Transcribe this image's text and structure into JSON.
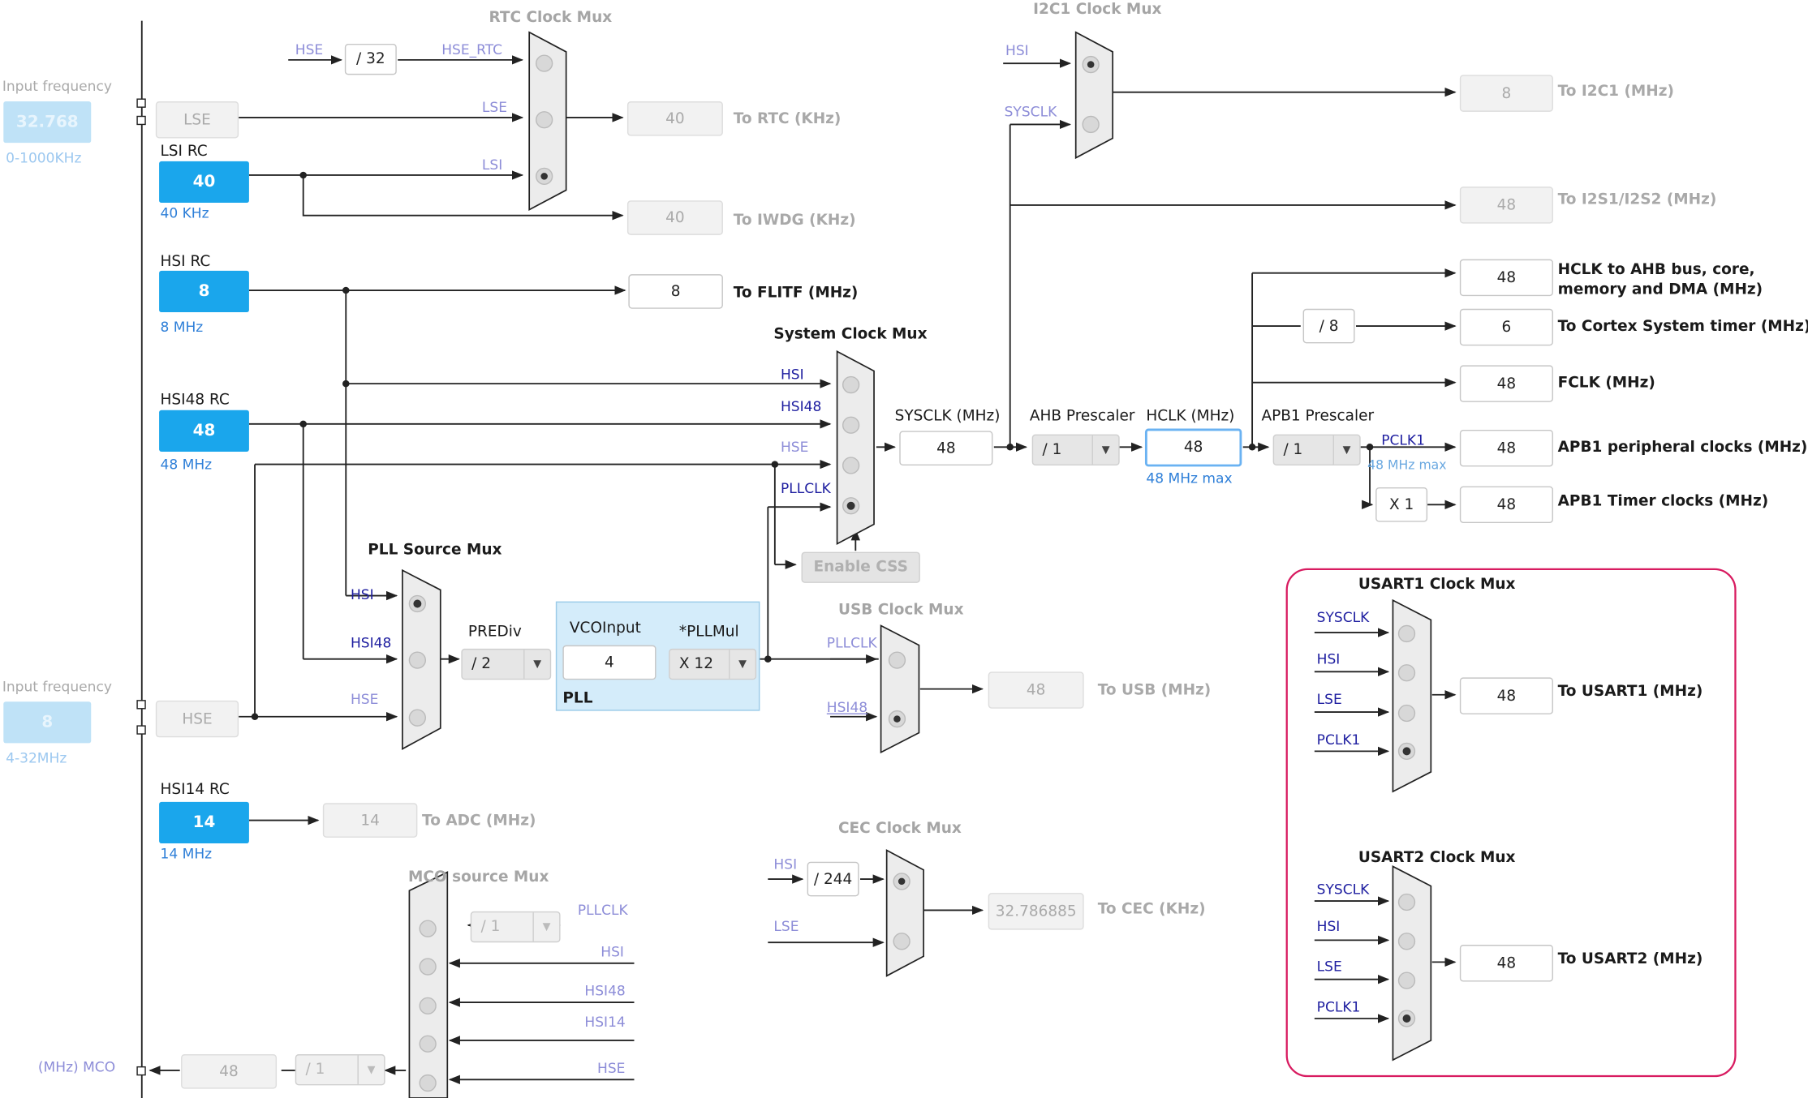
{
  "input_freq_label": "Input frequency",
  "lse_in": {
    "value": "32.768",
    "range": "0-1000KHz"
  },
  "hse_in": {
    "value": "8",
    "range": "4-32MHz"
  },
  "lsi": {
    "title": "LSI RC",
    "value": "40",
    "sub": "40 KHz"
  },
  "hsi": {
    "title": "HSI RC",
    "value": "8",
    "sub": "8 MHz"
  },
  "hsi48": {
    "title": "HSI48 RC",
    "value": "48",
    "sub": "48 MHz"
  },
  "hsi14": {
    "title": "HSI14 RC",
    "value": "14",
    "sub": "14 MHz"
  },
  "lse_box": "LSE",
  "hse_box": "HSE",
  "rtc": {
    "title": "RTC Clock Mux",
    "hse": "HSE",
    "div": "/ 32",
    "hse_rtc": "HSE_RTC",
    "lse": "LSE",
    "lsi": "LSI",
    "rtc_value": "40",
    "rtc_label": "To RTC (KHz)",
    "iwdg_value": "40",
    "iwdg_label": "To IWDG (KHz)"
  },
  "flitf": {
    "value": "8",
    "label": "To FLITF (MHz)"
  },
  "adc": {
    "value": "14",
    "label": "To ADC (MHz)"
  },
  "sysmux": {
    "title": "System Clock Mux",
    "hsi": "HSI",
    "hsi48": "HSI48",
    "hse": "HSE",
    "pllclk": "PLLCLK",
    "enable_css": "Enable CSS"
  },
  "sysclk": {
    "label": "SYSCLK (MHz)",
    "value": "48"
  },
  "ahb": {
    "label": "AHB Prescaler",
    "value": "/ 1"
  },
  "hclk": {
    "label": "HCLK (MHz)",
    "value": "48",
    "max": "48 MHz max"
  },
  "apb1": {
    "label": "APB1 Prescaler",
    "value": "/ 1",
    "pclk1": "PCLK1",
    "pclk1_max": "48 MHz max"
  },
  "outputs": {
    "hclk_ahb": {
      "value": "48",
      "line1": "HCLK to AHB bus, core,",
      "line2": "memory and DMA (MHz)"
    },
    "cortex": {
      "div": "/ 8",
      "value": "6",
      "label": "To Cortex System timer (MHz)"
    },
    "fclk": {
      "value": "48",
      "label": "FCLK (MHz)"
    },
    "apb1_periph": {
      "value": "48",
      "label": "APB1 peripheral clocks (MHz)"
    },
    "apb1_timer": {
      "mul": "X 1",
      "value": "48",
      "label": "APB1 Timer clocks (MHz)"
    }
  },
  "i2c1": {
    "title": "I2C1 Clock Mux",
    "hsi": "HSI",
    "sysclk": "SYSCLK",
    "value": "8",
    "label": "To I2C1 (MHz)"
  },
  "i2s": {
    "value": "48",
    "label": "To I2S1/I2S2 (MHz)"
  },
  "pllsrc": {
    "title": "PLL Source Mux",
    "hsi": "HSI",
    "hsi48": "HSI48",
    "hse": "HSE"
  },
  "pll": {
    "prediv_label": "PREDiv",
    "prediv": "/ 2",
    "vco_label": "VCOInput",
    "vco": "4",
    "mul_label": "*PLLMul",
    "mul": "X 12",
    "name": "PLL"
  },
  "usb": {
    "title": "USB Clock Mux",
    "pllclk": "PLLCLK",
    "hsi48": "HSI48",
    "value": "48",
    "label": "To USB (MHz)"
  },
  "cec": {
    "title": "CEC Clock Mux",
    "hsi": "HSI",
    "div": "/ 244",
    "lse": "LSE",
    "value": "32.786885",
    "label": "To CEC (KHz)"
  },
  "mco": {
    "title": "MCO source Mux",
    "pllclk": "PLLCLK",
    "pll_div": "/ 1",
    "hsi": "HSI",
    "hsi48": "HSI48",
    "hsi14": "HSI14",
    "hse": "HSE",
    "out_div": "/ 1",
    "value": "48",
    "label": "(MHz) MCO"
  },
  "usart1": {
    "title": "USART1 Clock Mux",
    "sysclk": "SYSCLK",
    "hsi": "HSI",
    "lse": "LSE",
    "pclk1": "PCLK1",
    "value": "48",
    "label": "To USART1 (MHz)"
  },
  "usart2": {
    "title": "USART2 Clock Mux",
    "sysclk": "SYSCLK",
    "hsi": "HSI",
    "lse": "LSE",
    "pclk1": "PCLK1",
    "value": "48",
    "label": "To USART2 (MHz)"
  },
  "colors": {
    "oscillator": "#1aa6ec",
    "highlight": "#d81b60",
    "signal": "#1e1ea0",
    "pll_bg": "#d4ecfa"
  }
}
